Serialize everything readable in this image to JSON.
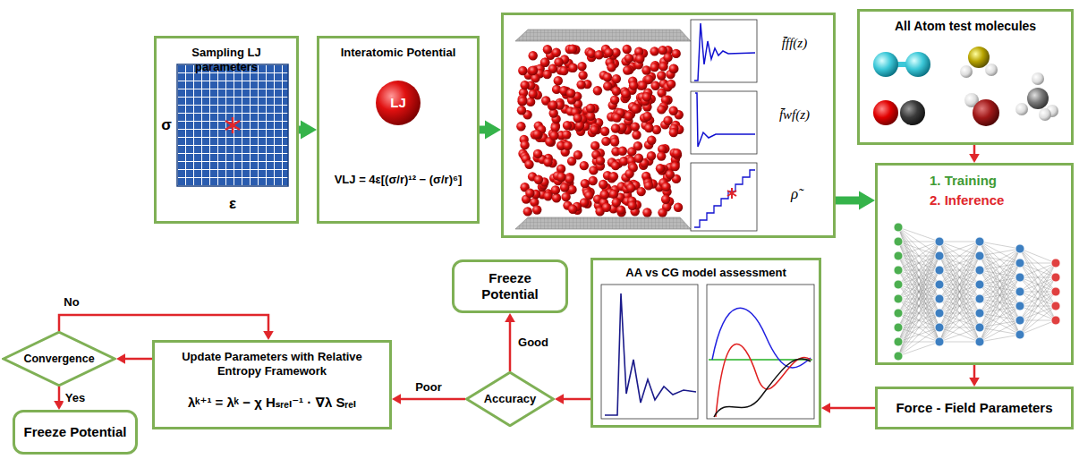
{
  "diagram": {
    "nodes": [
      {
        "text": [
          "Sampling LJ parameters"
        ]
      },
      {
        "text": [
          "Interatomic Potential",
          "VLJ = 4ε[(σ/r)¹² − (σ/r)⁶]"
        ]
      },
      {
        "text": [
          "f̄ff(z)",
          "f̄wf(z)",
          "ρ̃"
        ]
      },
      {
        "text": [
          "All Atom test molecules"
        ]
      },
      {
        "text": [
          "1. Training",
          "2. Inference"
        ]
      },
      {
        "text": [
          "Force - Field Parameters"
        ]
      },
      {
        "text": [
          "AA vs CG model assessment"
        ]
      },
      {
        "text": [
          "Accuracy"
        ]
      },
      {
        "text": [
          "Freeze Potential"
        ]
      },
      {
        "text": [
          "Update Parameters with Relative Entropy Framework",
          "λᵏ⁺¹ = λᵏ − χ Hₛᵣₑₗ⁻¹ · ∇λ Sᵣₑₗ"
        ]
      },
      {
        "text": [
          "Convergence"
        ]
      },
      {
        "text": [
          "Freeze Potential"
        ]
      }
    ],
    "edges": [
      {
        "from": 0,
        "to": 1,
        "arrow": "to"
      },
      {
        "from": 1,
        "to": 2,
        "arrow": "to"
      },
      {
        "from": 2,
        "to": 4,
        "arrow": "to"
      },
      {
        "from": 3,
        "to": 4,
        "arrow": "to"
      },
      {
        "from": 4,
        "to": 5,
        "arrow": "to"
      },
      {
        "from": 5,
        "to": 6,
        "arrow": "to"
      },
      {
        "from": 6,
        "to": 7,
        "arrow": "to"
      },
      {
        "from": 7,
        "to": 8,
        "label": "Good",
        "arrow": "to"
      },
      {
        "from": 7,
        "to": 9,
        "label": "Poor",
        "arrow": "to"
      },
      {
        "from": 9,
        "to": 10,
        "arrow": "to"
      },
      {
        "from": 10,
        "to": 9,
        "label": "No",
        "arrow": "to"
      },
      {
        "from": 10,
        "to": 11,
        "label": "Yes",
        "arrow": "to"
      }
    ],
    "labels": [
      "σ",
      "ε",
      "LJ"
    ]
  }
}
